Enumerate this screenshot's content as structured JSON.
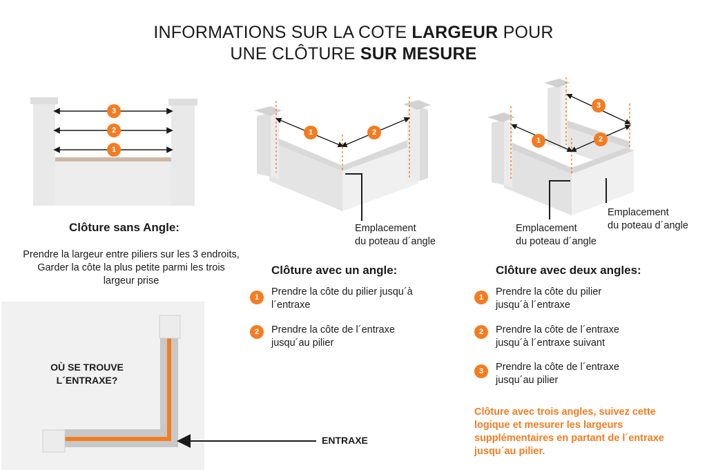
{
  "title": {
    "line1_pre": "INFORMATIONS SUR LA COTE ",
    "line1_bold": "LARGEUR",
    "line1_post": " POUR",
    "line2_pre": "UNE CLÔTURE ",
    "line2_bold": "SUR MESURE"
  },
  "colors": {
    "accent": "#f47c20",
    "wall": "#e9e9e9",
    "dark": "#1a1a1a"
  },
  "no_angle": {
    "heading": "Clôture sans Angle:",
    "text": "Prendre la largeur entre piliers sur les 3 endroits, Garder la côte la plus petite parmi les trois largeur prise",
    "markers": [
      "3",
      "2",
      "1"
    ]
  },
  "one_angle": {
    "heading": "Clôture avec un angle:",
    "callout_line1": "Emplacement",
    "callout_line2": "du poteau d´angle",
    "markers": [
      "1",
      "2"
    ],
    "steps": [
      {
        "num": "1",
        "line1": "Prendre la côte du pilier jusqu´à",
        "line2": "l´entraxe"
      },
      {
        "num": "2",
        "line1": "Prendre la côte de l´entraxe",
        "line2": "jusqu´au pilier"
      }
    ]
  },
  "two_angles": {
    "heading": "Clôture avec deux angles:",
    "callout_a_line1": "Emplacement",
    "callout_a_line2": "du poteau d´angle",
    "callout_b_line1": "Emplacement",
    "callout_b_line2": "du poteau d´angle",
    "markers": [
      "3",
      "1",
      "2"
    ],
    "steps": [
      {
        "num": "1",
        "line1": "Prendre la côte du pilier",
        "line2": "jusqu´à l´entraxe"
      },
      {
        "num": "2",
        "line1": "Prendre la côte de l´entraxe",
        "line2": "jusqu´à l´entraxe suivant"
      },
      {
        "num": "3",
        "line1": "Prendre la côte de l´entraxe",
        "line2": "jusqu´au pilier"
      }
    ],
    "note": "Clôture avec trois angles, suivez cette logique et mesurer les largeurs supplémentaires en partant de l´entraxe jusqu´au pilier."
  },
  "entraxe": {
    "question_line1": "OÙ SE TROUVE",
    "question_line2": "L´ENTRAXE?",
    "label": "ENTRAXE"
  }
}
